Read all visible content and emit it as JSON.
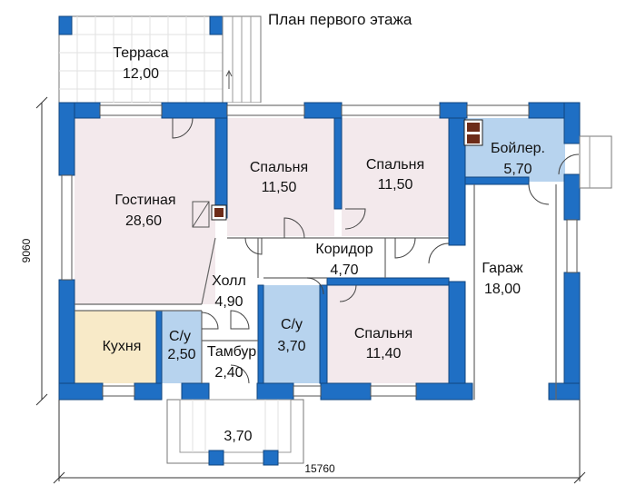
{
  "title": "План первого этажа",
  "dimensions": {
    "width": "15760",
    "height": "9060"
  },
  "rooms": {
    "terrace": {
      "name": "Терраса",
      "area": "12,00"
    },
    "living": {
      "name": "Гостиная",
      "area": "28,60"
    },
    "bedroom1": {
      "name": "Спальня",
      "area": "11,50"
    },
    "bedroom2": {
      "name": "Спальня",
      "area": "11,50"
    },
    "boiler": {
      "name": "Бойлер.",
      "area": "5,70"
    },
    "corridor": {
      "name": "Коридор",
      "area": "4,70"
    },
    "hall": {
      "name": "Холл",
      "area": "4,90"
    },
    "garage": {
      "name": "Гараж",
      "area": "18,00"
    },
    "kitchen": {
      "name": "Кухня",
      "area": ""
    },
    "wc1": {
      "name": "С/у",
      "area": "2,50"
    },
    "tambur": {
      "name": "Тамбур",
      "area": "2,40"
    },
    "wc2": {
      "name": "С/у",
      "area": "3,70"
    },
    "bedroom3": {
      "name": "Спальня",
      "area": "11,40"
    },
    "porch": {
      "name": "",
      "area": "3,70"
    }
  },
  "colors": {
    "wall": "#1f6fc4",
    "wall_outline": "#12457e",
    "room_pink": "#f3e9ec",
    "room_blue": "#b7d3ee",
    "kitchen": "#f8eac8",
    "white": "#ffffff"
  }
}
